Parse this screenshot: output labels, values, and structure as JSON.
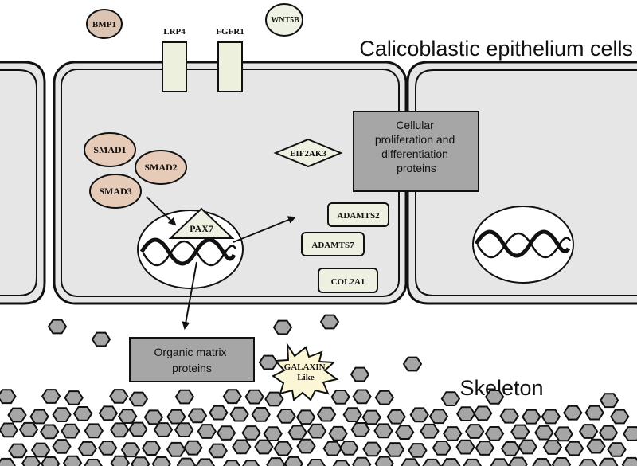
{
  "title": "Calicoblastic epithelium cells",
  "skeleton_label": "Skeleton",
  "receptors": [
    "LRP4",
    "FGFR1"
  ],
  "ligands": [
    "BMP1",
    "WNT5B"
  ],
  "smads": [
    "SMAD1",
    "SMAD2",
    "SMAD3"
  ],
  "pax7": "PAX7",
  "eif2ak3": "EIF2AK3",
  "proliferation_box": [
    "Cellular",
    "proliferation and",
    "differentiation",
    "proteins"
  ],
  "genes": [
    "ADAMTS2",
    "ADAMTS7",
    "COL2A1"
  ],
  "organic_box": [
    "Organic matrix",
    "proteins"
  ],
  "galaxin": [
    "GALAXIN",
    "Like"
  ],
  "colors": {
    "cell_fill": "#e6e6e6",
    "box_fill": "#a6a6a6",
    "smad_fill": "#e5cbb8",
    "bmp_fill": "#dcc4b2",
    "wnt_fill": "#eef2e4",
    "receptor_fill": "#edf0dc",
    "gene_fill": "#eef0e2",
    "star_fill": "#fbf6d6",
    "line": "#111111"
  }
}
